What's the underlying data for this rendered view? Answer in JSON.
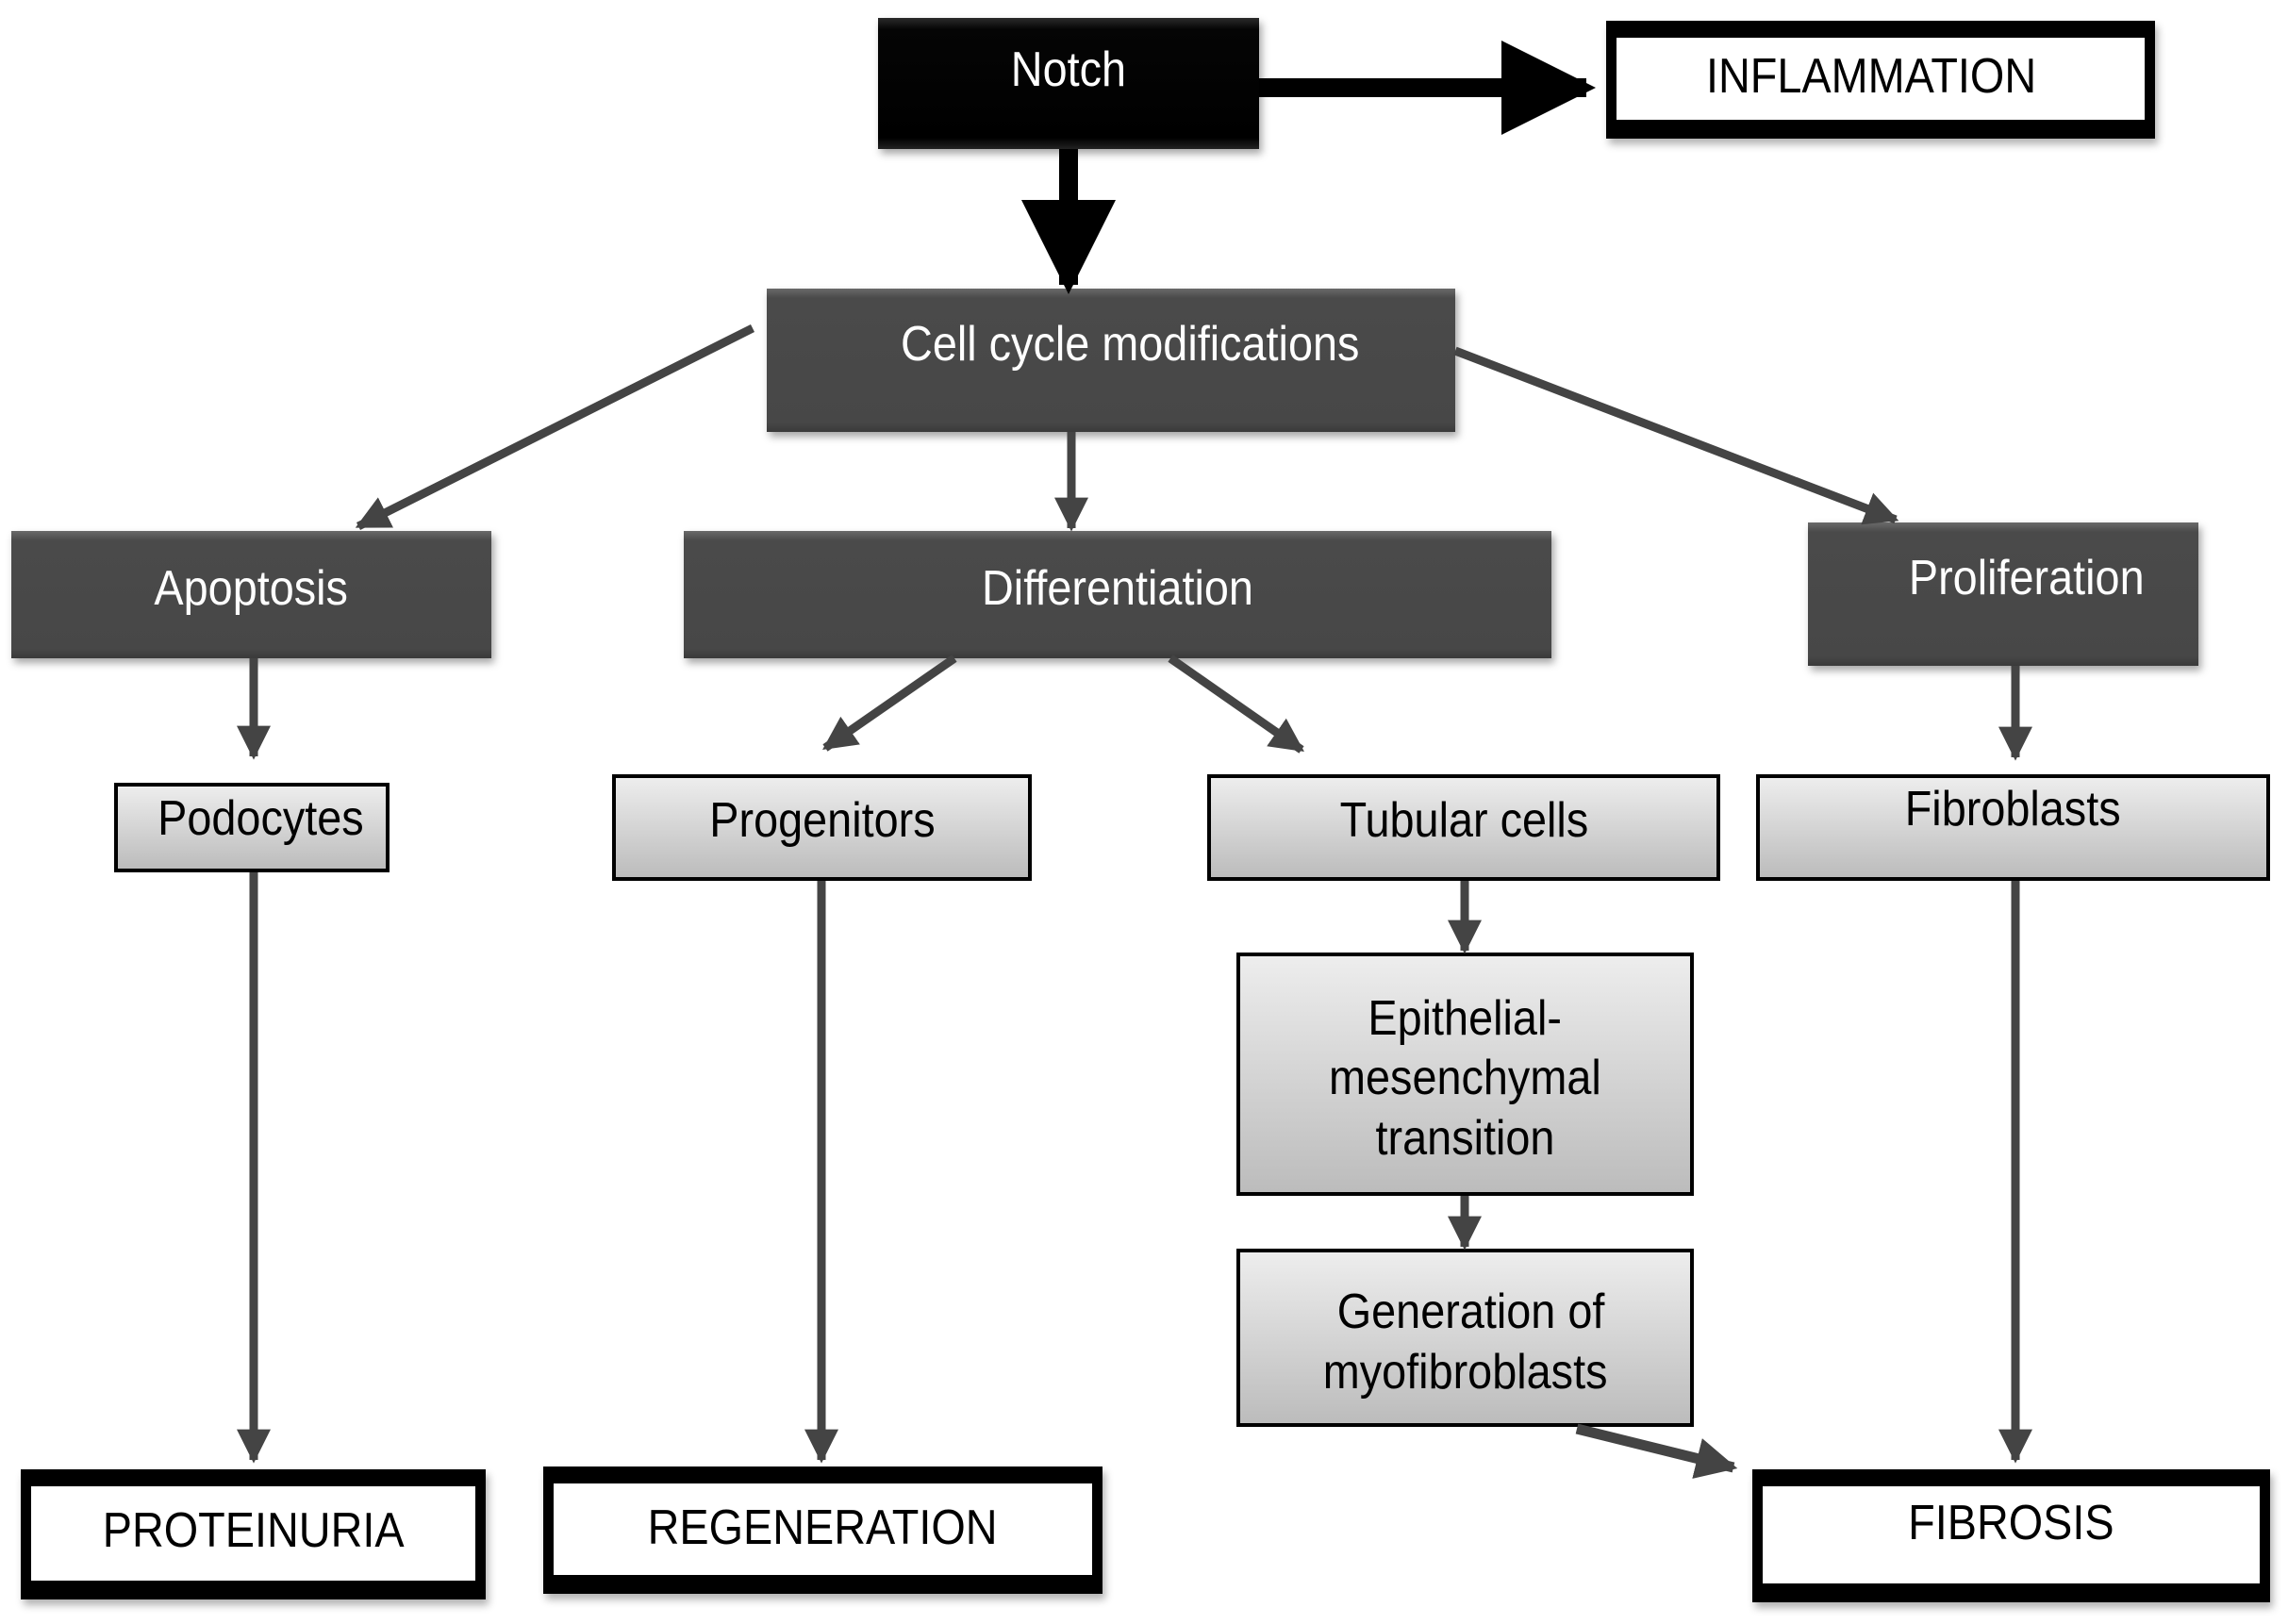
{
  "diagram": {
    "root": "Notch",
    "side_effect": "INFLAMMATION",
    "mechanism": "Cell cycle modifications",
    "processes": {
      "apoptosis": "Apoptosis",
      "differentiation": "Differentiation",
      "proliferation": "Proliferation"
    },
    "cells": {
      "podocytes": "Podocytes",
      "progenitors": "Progenitors",
      "tubular": "Tubular cells",
      "fibroblasts": "Fibroblasts"
    },
    "intermediate": {
      "emt_line1": "Epithelial-",
      "emt_line2": "mesenchymal",
      "emt_line3": "transition",
      "myo_line1": "Generation of",
      "myo_line2": "myofibroblasts"
    },
    "outcomes": {
      "proteinuria": "PROTEINURIA",
      "regeneration": "REGENERATION",
      "fibrosis": "FIBROSIS"
    },
    "colors": {
      "dark_box": "#474747",
      "root_box": "#000000",
      "light_top": "#ededed",
      "light_bottom": "#bcbcbc",
      "arrow": "#444444"
    }
  }
}
